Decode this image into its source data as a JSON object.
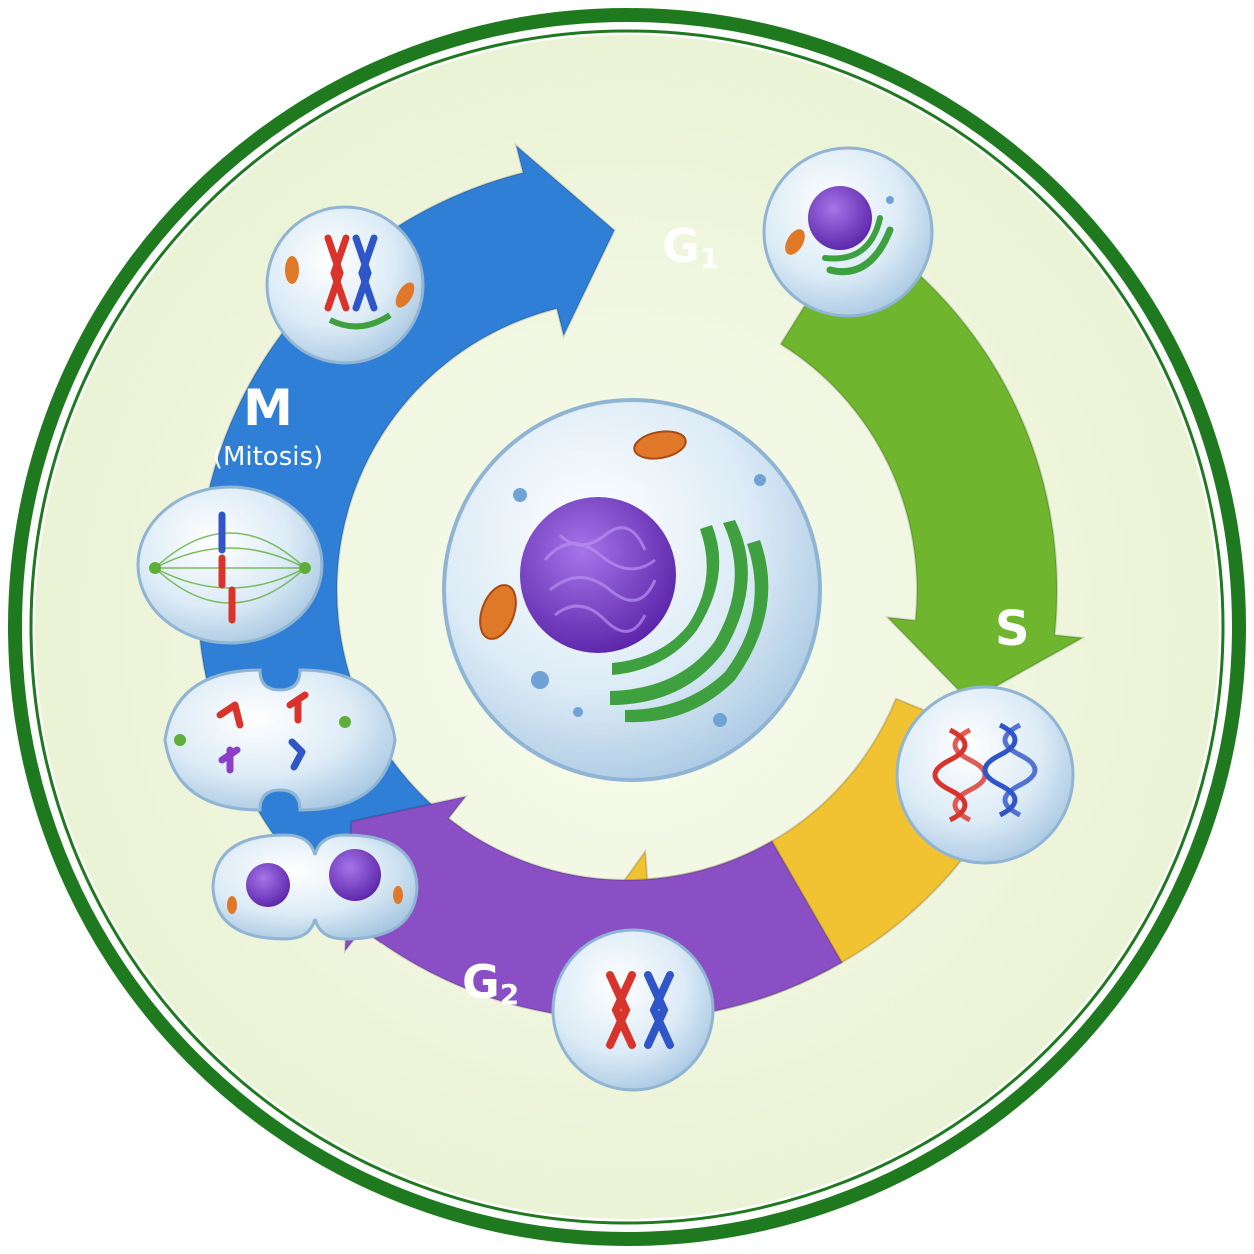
{
  "phases": {
    "g1": {
      "letter": "G",
      "sub": "1",
      "color": "#6fb62e"
    },
    "s": {
      "letter": "S",
      "color": "#f1c232"
    },
    "g2": {
      "letter": "G",
      "sub": "2",
      "color": "#8a4fc4"
    },
    "m": {
      "letter": "M",
      "detail": "(Mitosis)",
      "color": "#2f7fd6"
    }
  },
  "colors": {
    "outer_ring": "#1f7a1f",
    "background": "#eef5d8",
    "cell_membrane": "#d8e9f5",
    "nucleus": "#7a3fc9",
    "golgi": "#3fa03f",
    "mitochondria": "#e0782a",
    "chromosome_red": "#d9342b",
    "chromosome_blue": "#2f55c8"
  },
  "icons": {
    "center": "interphase-cell-icon",
    "g1": "g1-cell-icon",
    "s": "dna-replication-icon",
    "g2": "duplicated-chromosomes-icon",
    "m1": "prophase-cell-icon",
    "m2": "metaphase-cell-icon",
    "m3": "anaphase-cell-icon",
    "m4": "telophase-cell-icon"
  }
}
